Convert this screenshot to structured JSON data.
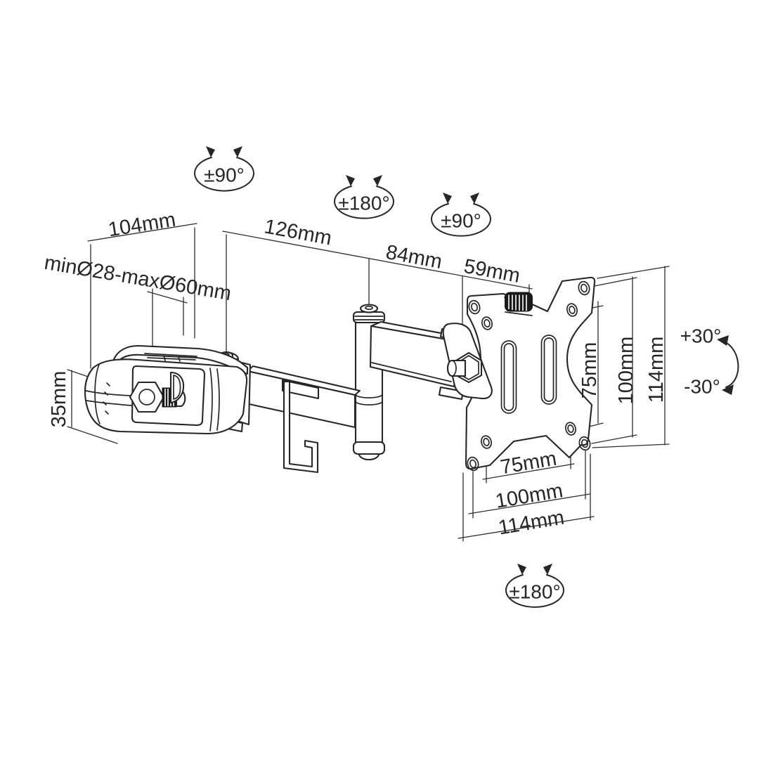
{
  "figure": {
    "background": "#ffffff",
    "line_color": "#262626",
    "type": "technical-dimension-drawing",
    "subject": "pole-mount monitor arm with VESA plate"
  },
  "labels": {
    "rotation": {
      "joint1": "±90°",
      "joint2": "±180°",
      "joint3": "±90°",
      "plate": "±180°"
    },
    "tilt": {
      "up": "+30°",
      "down": "-30°"
    },
    "dimensions": {
      "clamp_width": "104mm",
      "pole_range": "minØ28-maxØ60mm",
      "clamp_height": "35mm",
      "arm1_length": "126mm",
      "arm2_length": "84mm",
      "plate_offset": "59mm",
      "vesa_vertical_75": "75mm",
      "vesa_vertical_100": "100mm",
      "vesa_vertical_114": "114mm",
      "vesa_horizontal_75": "75mm",
      "vesa_horizontal_100": "100mm",
      "vesa_horizontal_114": "114mm"
    }
  }
}
